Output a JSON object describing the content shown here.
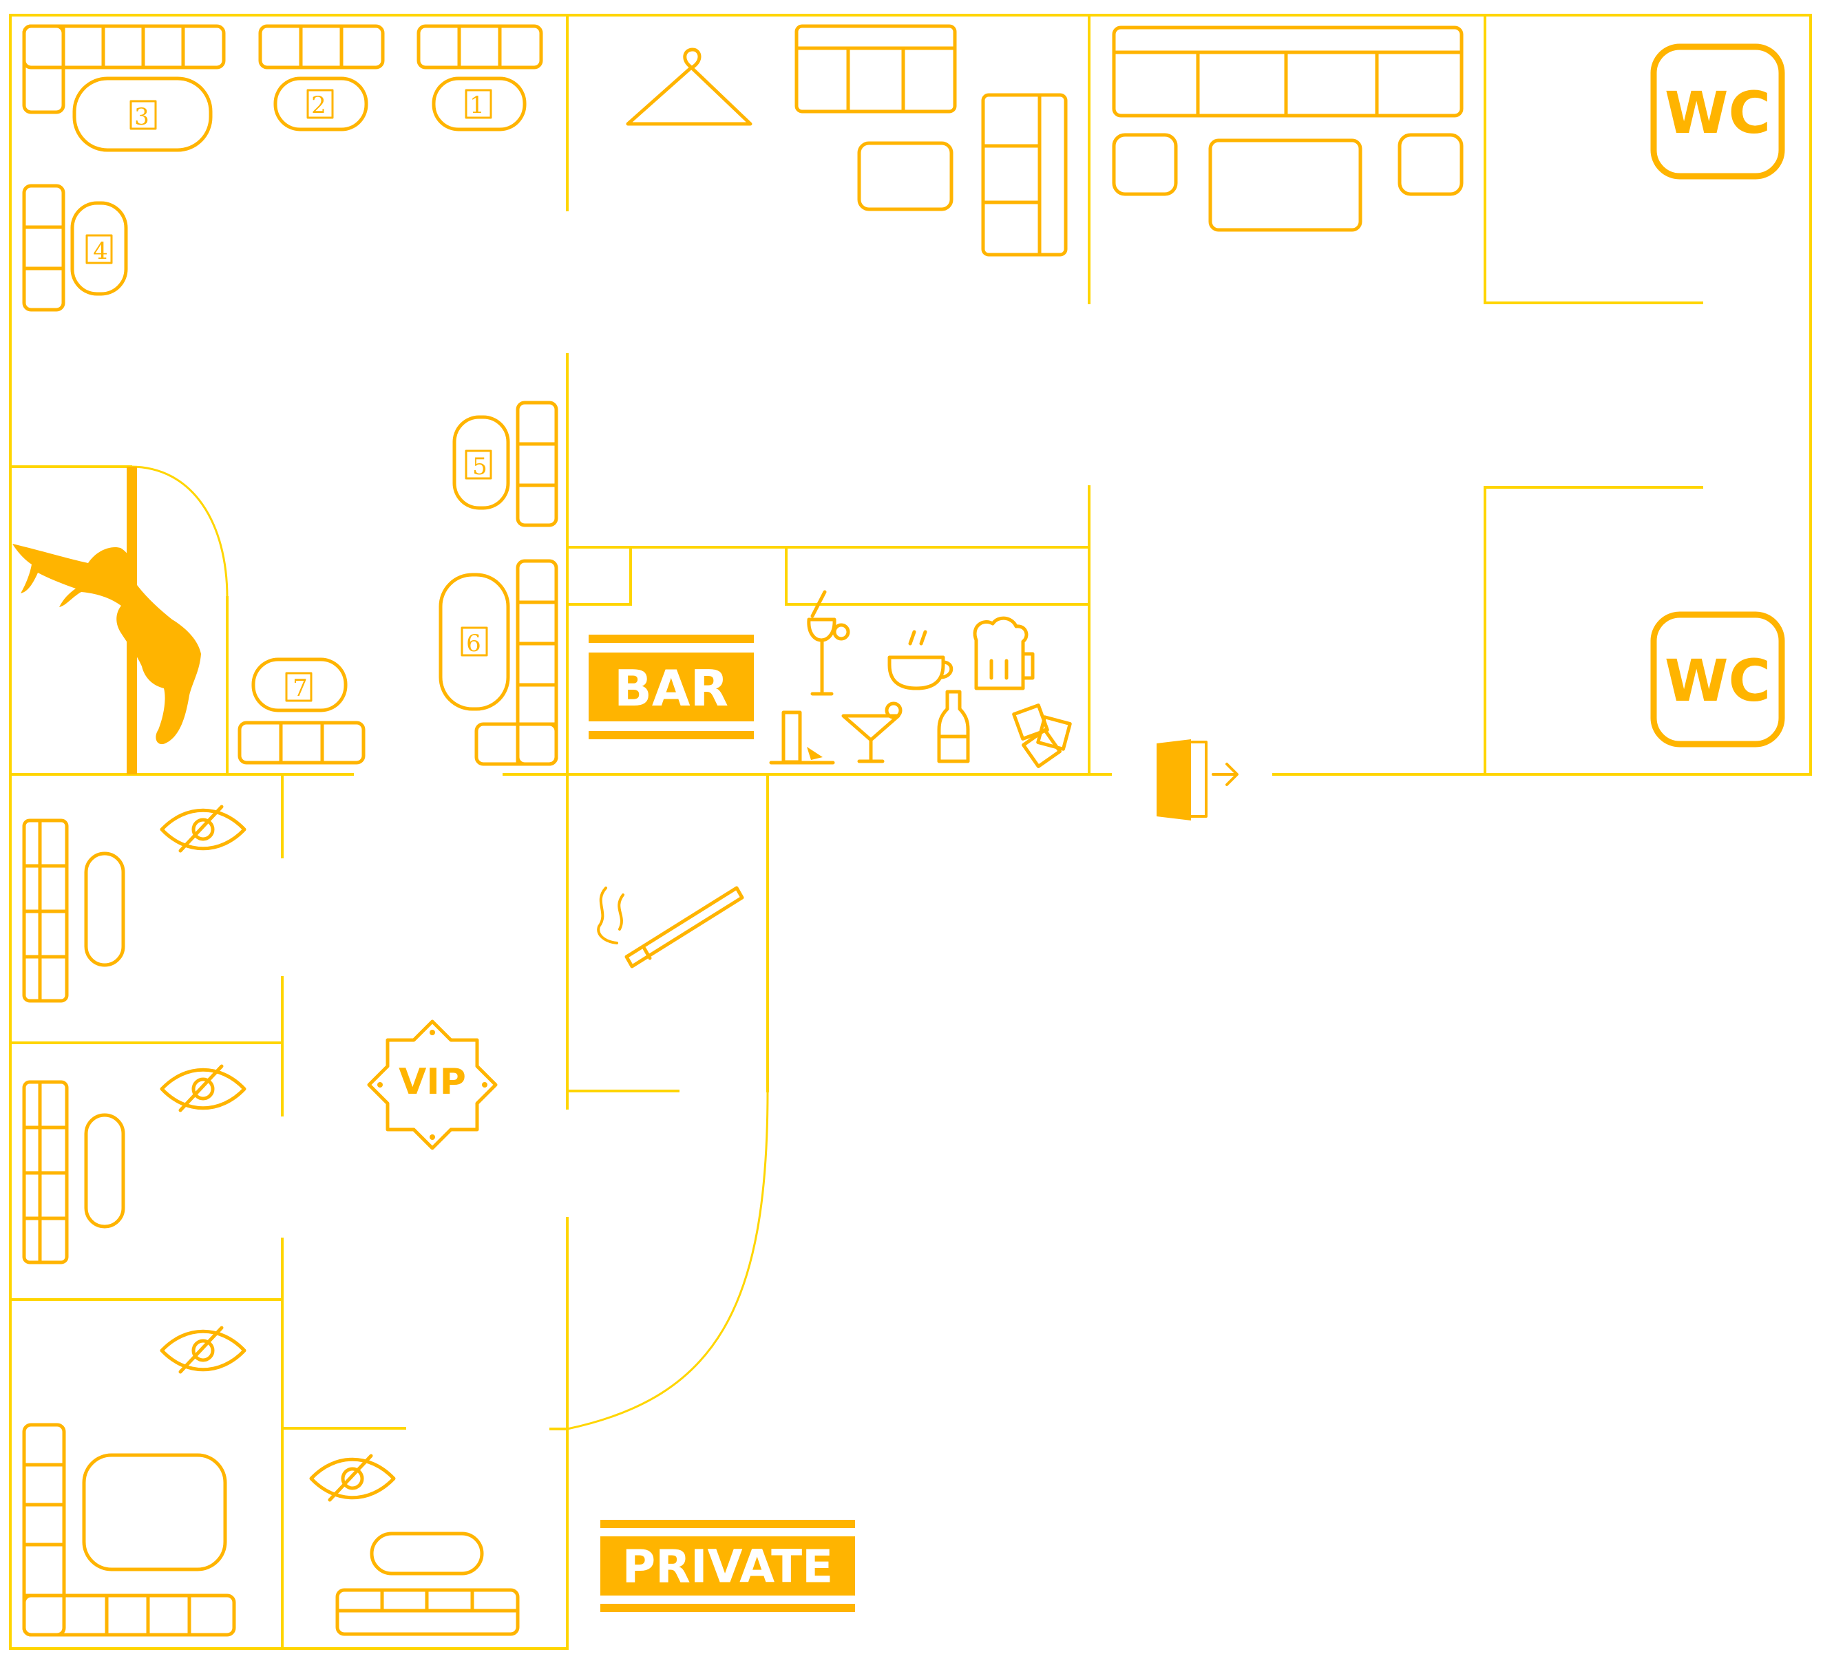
{
  "tables": [
    {
      "label": "1"
    },
    {
      "label": "2"
    },
    {
      "label": "3"
    },
    {
      "label": "4"
    },
    {
      "label": "5"
    },
    {
      "label": "6"
    },
    {
      "label": "7"
    }
  ],
  "signs": {
    "wc_top": "WC",
    "wc_bottom": "WC",
    "bar": "BAR",
    "vip": "VIP",
    "private": "PRIVATE"
  },
  "icons": {
    "cloakroom": "coat-hanger-icon",
    "pole_dance": "pole-dancer-icon",
    "exit": "exit-door-icon",
    "smoking": "cigarette-icon",
    "no_view": "crossed-eye-icon",
    "bar_drinks": [
      "cocktail-icon",
      "coffee-cup-icon",
      "beer-mug-icon",
      "long-drink-icon",
      "martini-icon",
      "bottle-icon",
      "ice-cubes-icon"
    ]
  },
  "colors": {
    "walls": "#ffd500",
    "furniture": "#ffb400",
    "background": "#ffffff"
  }
}
